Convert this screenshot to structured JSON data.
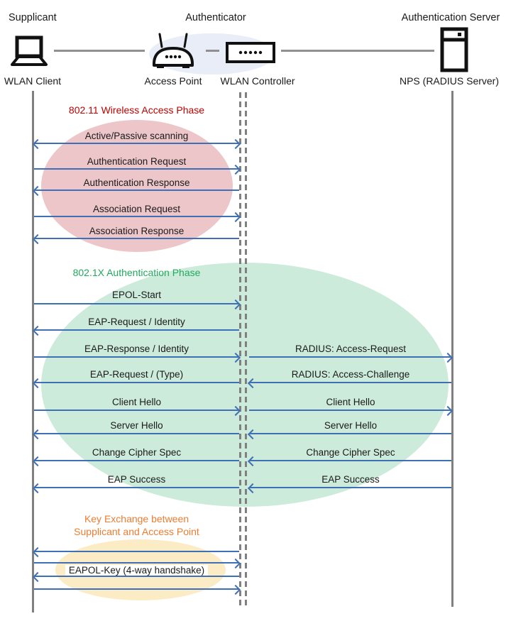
{
  "header": {
    "roles": [
      {
        "label": "Supplicant"
      },
      {
        "label": "Authenticator"
      },
      {
        "label": "Authentication Server"
      }
    ],
    "devices": [
      {
        "label": "WLAN Client",
        "icon": "laptop-icon"
      },
      {
        "label": "Access Point",
        "icon": "access-point-icon"
      },
      {
        "label": "WLAN Controller",
        "icon": "wlan-controller-icon"
      },
      {
        "label": "NPS (RADIUS Server)",
        "icon": "server-icon"
      }
    ]
  },
  "phases": [
    {
      "id": "wireless-access",
      "title": "802.11 Wireless Access Phase",
      "title_color": "#C00000",
      "ellipse_color": "#EDC6CA"
    },
    {
      "id": "authentication",
      "title": "802.1X Authentication Phase",
      "title_color": "#21AA5F",
      "ellipse_color": "#CDEBDB"
    },
    {
      "id": "key-exchange",
      "title_line1": "Key Exchange between",
      "title_line2": "Supplicant and Access Point",
      "title_color": "#ED7D31",
      "ellipse_color": "#FCECC5"
    }
  ],
  "messages": {
    "supplicant_to_authenticator": [
      {
        "label": "Active/Passive scanning",
        "direction": "both"
      },
      {
        "label": "Authentication Request",
        "direction": "right"
      },
      {
        "label": "Authentication Response",
        "direction": "left"
      },
      {
        "label": "Association Request",
        "direction": "right"
      },
      {
        "label": "Association Response",
        "direction": "left"
      },
      {
        "label": "EPOL-Start",
        "direction": "right"
      },
      {
        "label": "EAP-Request / Identity",
        "direction": "left"
      },
      {
        "label": "EAP-Response / Identity",
        "direction": "right"
      },
      {
        "label": "EAP-Request / (Type)",
        "direction": "left"
      },
      {
        "label": "Client Hello",
        "direction": "right"
      },
      {
        "label": "Server Hello",
        "direction": "left"
      },
      {
        "label": "Change Cipher Spec",
        "direction": "left"
      },
      {
        "label": "EAP Success",
        "direction": "left"
      }
    ],
    "authenticator_to_server": [
      {
        "label": "RADIUS: Access-Request",
        "direction": "right"
      },
      {
        "label": "RADIUS: Access-Challenge",
        "direction": "left"
      },
      {
        "label": "Client Hello",
        "direction": "right"
      },
      {
        "label": "Server Hello",
        "direction": "left"
      },
      {
        "label": "Change Cipher Spec",
        "direction": "left"
      },
      {
        "label": "EAP Success",
        "direction": "left"
      }
    ],
    "key_exchange": {
      "label": "EAPOL-Key (4-way handshake)",
      "arrows": [
        "left",
        "right",
        "left",
        "right"
      ]
    }
  },
  "colors": {
    "arrow": "#3F6FB5",
    "lifeline": "#808080",
    "text": "#1A1A1A",
    "authenticator_ellipse": "#E9EDF7"
  }
}
